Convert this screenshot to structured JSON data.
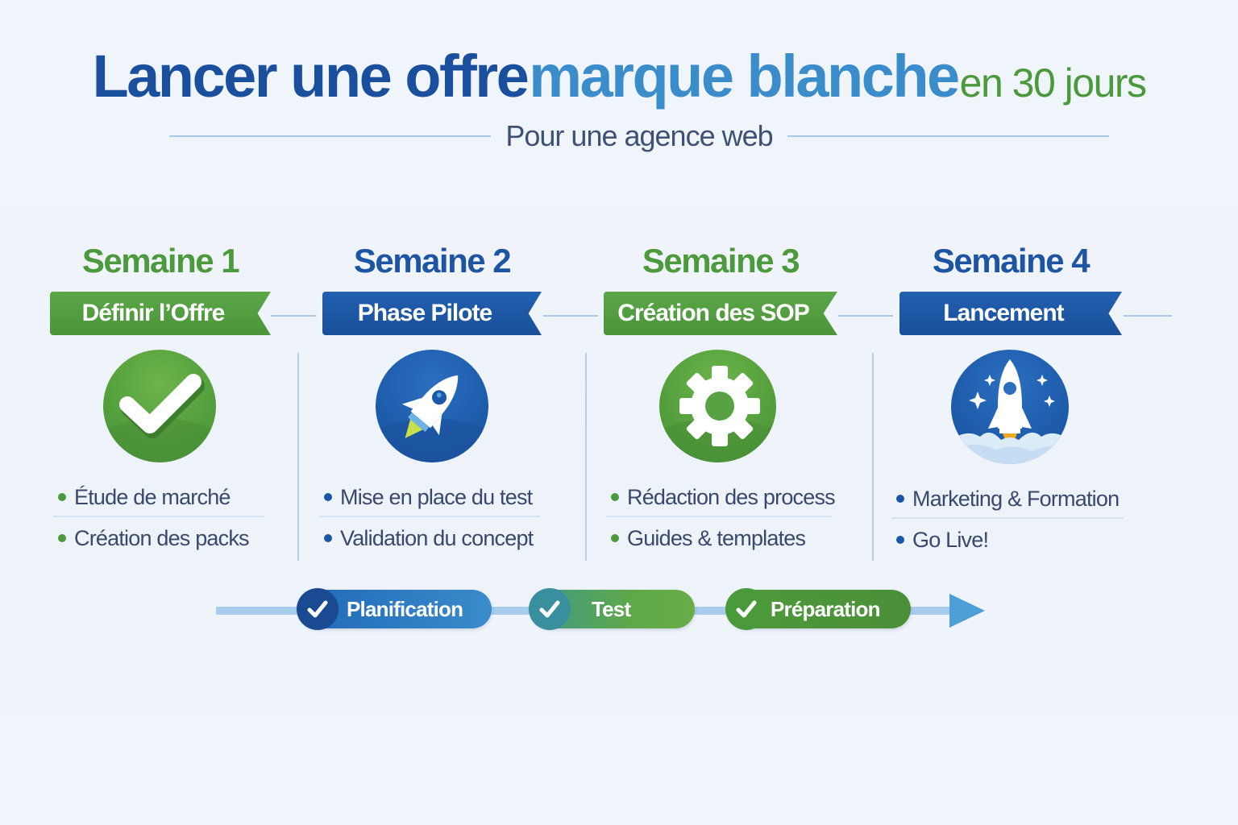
{
  "header": {
    "title_part1": "Lancer une offre",
    "title_part2": "marque blanche",
    "title_part3": "en 30 jours",
    "subtitle": "Pour une agence web"
  },
  "colors": {
    "dark_blue": "#1a4f9e",
    "light_blue": "#3a8ccb",
    "green": "#4a993a",
    "text": "#38496b"
  },
  "weeks": [
    {
      "title": "Semaine 1",
      "banner": "Définir l’Offre",
      "color": "green",
      "icon": "checkmark-icon",
      "items": [
        "Étude de marché",
        "Création des packs"
      ]
    },
    {
      "title": "Semaine 2",
      "banner": "Phase Pilote",
      "color": "blue",
      "icon": "rocket-icon",
      "items": [
        "Mise en place du test",
        "Validation du concept"
      ]
    },
    {
      "title": "Semaine 3",
      "banner": "Création des SOP",
      "color": "green",
      "icon": "gear-icon",
      "items": [
        "Rédaction des process",
        "Guides & templates"
      ]
    },
    {
      "title": "Semaine 4",
      "banner": "Lancement",
      "color": "blue",
      "icon": "rocket-launch-icon",
      "items": [
        "Marketing & Formation",
        "Go Live!"
      ]
    }
  ],
  "progress": {
    "steps": [
      {
        "label": "Planification",
        "icon": "check-icon"
      },
      {
        "label": "Test",
        "icon": "check-icon"
      },
      {
        "label": "Préparation",
        "icon": "check-icon"
      }
    ]
  }
}
